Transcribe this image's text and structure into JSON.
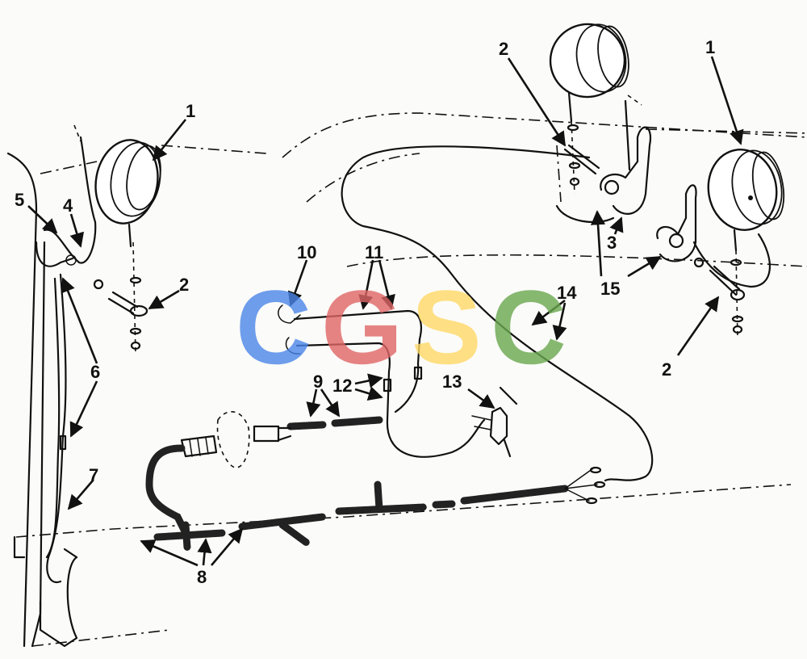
{
  "callouts": [
    {
      "id": "c1a",
      "label": "1"
    },
    {
      "id": "c1b",
      "label": "1"
    },
    {
      "id": "c2a",
      "label": "2"
    },
    {
      "id": "c2b",
      "label": "2"
    },
    {
      "id": "c2c",
      "label": "2"
    },
    {
      "id": "c3",
      "label": "3"
    },
    {
      "id": "c4",
      "label": "4"
    },
    {
      "id": "c5",
      "label": "5"
    },
    {
      "id": "c6",
      "label": "6"
    },
    {
      "id": "c7",
      "label": "7"
    },
    {
      "id": "c8",
      "label": "8"
    },
    {
      "id": "c9",
      "label": "9"
    },
    {
      "id": "c10",
      "label": "10"
    },
    {
      "id": "c11",
      "label": "11"
    },
    {
      "id": "c12",
      "label": "12"
    },
    {
      "id": "c13",
      "label": "13"
    },
    {
      "id": "c14",
      "label": "14"
    },
    {
      "id": "c15",
      "label": "15"
    }
  ],
  "watermark": {
    "letters": [
      "C",
      "G",
      "S",
      "C"
    ],
    "colors": [
      "#4a86e8",
      "#e06666",
      "#ffd966",
      "#6aa84f"
    ]
  }
}
